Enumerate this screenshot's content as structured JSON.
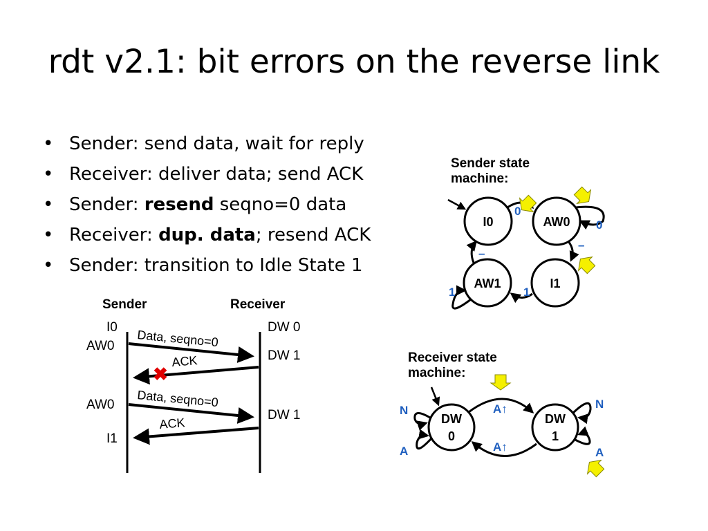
{
  "slide": {
    "title": "rdt v2.1: bit errors on the reverse link",
    "bullets": [
      {
        "pre": "Sender: send data, wait for reply",
        "bold": "",
        "post": ""
      },
      {
        "pre": "Receiver: deliver data; send ACK",
        "bold": "",
        "post": ""
      },
      {
        "pre": "Sender: ",
        "bold": "resend",
        "post": " seqno=0 data"
      },
      {
        "pre": "Receiver: ",
        "bold": "dup. data",
        "post": "; resend ACK"
      },
      {
        "pre": "Sender: transition to Idle State 1",
        "bold": "",
        "post": ""
      }
    ]
  },
  "timeline": {
    "sender_label": "Sender",
    "receiver_label": "Receiver",
    "sender_states": [
      "I0",
      "AW0",
      "AW0",
      "I1"
    ],
    "receiver_states": [
      "DW 0",
      "DW 1",
      "DW 1"
    ],
    "messages": [
      "Data, seqno=0",
      "ACK",
      "Data, seqno=0",
      "ACK"
    ],
    "lost_marker": "✖"
  },
  "sender_sm": {
    "title_line1": "Sender state",
    "title_line2": "machine:",
    "states": [
      "I0",
      "AW0",
      "AW1",
      "I1"
    ],
    "labels": [
      "0",
      "0",
      "–",
      "–",
      "1",
      "1"
    ]
  },
  "receiver_sm": {
    "title_line1": "Receiver state",
    "title_line2": "machine:",
    "states": [
      [
        "DW",
        "0"
      ],
      [
        "DW",
        "1"
      ]
    ],
    "labels": [
      "N",
      "A",
      "A↑",
      "A↑",
      "N",
      "A"
    ]
  },
  "colors": {
    "highlight": "#f5f000",
    "label_blue": "#1f5fbf",
    "lost_red": "#e00000"
  }
}
